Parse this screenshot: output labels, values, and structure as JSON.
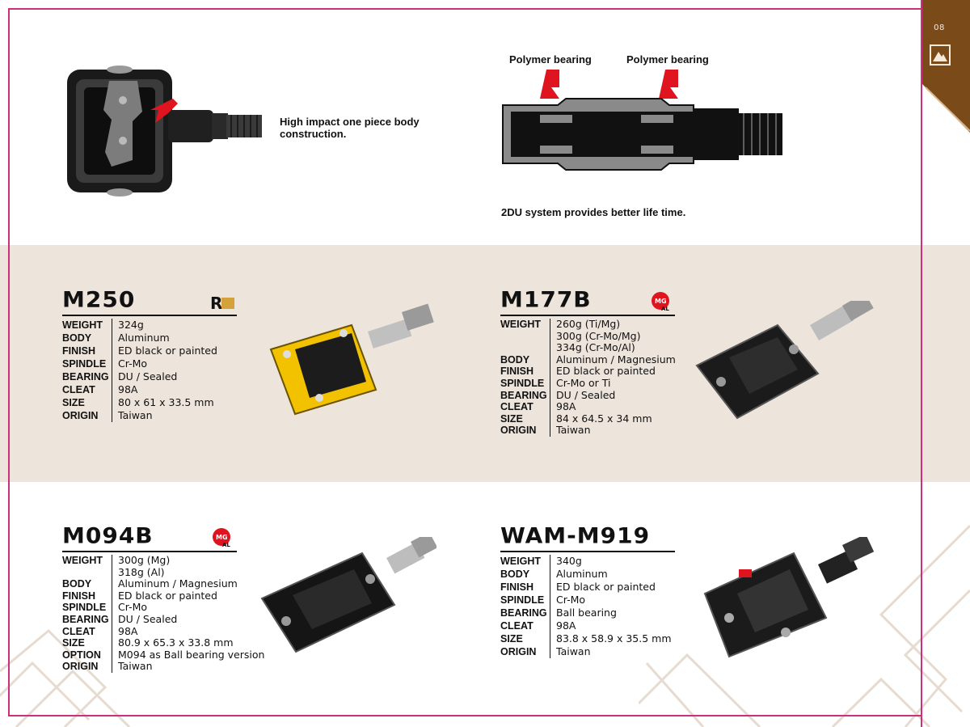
{
  "page": {
    "number": "08",
    "section_icon": "mountain-icon",
    "accent": "#cc2f7d",
    "tab_color": "#7a4a18",
    "band_color": "#ede4dc"
  },
  "top": {
    "body_caption": "High impact one piece body construction.",
    "bearing_label_left": "Polymer bearing",
    "bearing_label_right": "Polymer bearing",
    "system_caption": "2DU system provides better life time."
  },
  "products": [
    {
      "model": "M250",
      "badge": "R",
      "specs": [
        {
          "k": "WEIGHT",
          "v": [
            "324g"
          ]
        },
        {
          "k": "BODY",
          "v": [
            "Aluminum"
          ]
        },
        {
          "k": "FINISH",
          "v": [
            "ED black or painted"
          ]
        },
        {
          "k": "SPINDLE",
          "v": [
            "Cr-Mo"
          ]
        },
        {
          "k": "BEARING",
          "v": [
            "DU / Sealed"
          ]
        },
        {
          "k": "CLEAT",
          "v": [
            "98A"
          ]
        },
        {
          "k": "SIZE",
          "v": [
            "80 x 61 x 33.5 mm"
          ]
        },
        {
          "k": "ORIGIN",
          "v": [
            "Taiwan"
          ]
        }
      ]
    },
    {
      "model": "M177B",
      "badge": "MG",
      "badge_sub": "AL",
      "specs": [
        {
          "k": "WEIGHT",
          "v": [
            "260g (Ti/Mg)",
            "300g (Cr-Mo/Mg)",
            "334g (Cr-Mo/Al)"
          ]
        },
        {
          "k": "BODY",
          "v": [
            "Aluminum / Magnesium"
          ]
        },
        {
          "k": "FINISH",
          "v": [
            "ED black or painted"
          ]
        },
        {
          "k": "SPINDLE",
          "v": [
            "Cr-Mo or Ti"
          ]
        },
        {
          "k": "BEARING",
          "v": [
            "DU / Sealed"
          ]
        },
        {
          "k": "CLEAT",
          "v": [
            "98A"
          ]
        },
        {
          "k": "SIZE",
          "v": [
            "84 x 64.5 x 34 mm"
          ]
        },
        {
          "k": "ORIGIN",
          "v": [
            "Taiwan"
          ]
        }
      ]
    },
    {
      "model": "M094B",
      "badge": "MG",
      "badge_sub": "AL",
      "specs": [
        {
          "k": "WEIGHT",
          "v": [
            "300g (Mg)",
            "318g (Al)"
          ]
        },
        {
          "k": "BODY",
          "v": [
            "Aluminum / Magnesium"
          ]
        },
        {
          "k": "FINISH",
          "v": [
            "ED black or painted"
          ]
        },
        {
          "k": "SPINDLE",
          "v": [
            "Cr-Mo"
          ]
        },
        {
          "k": "BEARING",
          "v": [
            "DU / Sealed"
          ]
        },
        {
          "k": "CLEAT",
          "v": [
            "98A"
          ]
        },
        {
          "k": "SIZE",
          "v": [
            "80.9 x 65.3 x 33.8 mm"
          ]
        },
        {
          "k": "OPTION",
          "v": [
            "M094 as Ball bearing version"
          ]
        },
        {
          "k": "ORIGIN",
          "v": [
            "Taiwan"
          ]
        }
      ]
    },
    {
      "model": "WAM-M919",
      "badge": "",
      "specs": [
        {
          "k": "WEIGHT",
          "v": [
            "340g"
          ]
        },
        {
          "k": "BODY",
          "v": [
            "Aluminum"
          ]
        },
        {
          "k": "FINISH",
          "v": [
            "ED black or painted"
          ]
        },
        {
          "k": "SPINDLE",
          "v": [
            "Cr-Mo"
          ]
        },
        {
          "k": "BEARING",
          "v": [
            "Ball bearing"
          ]
        },
        {
          "k": "CLEAT",
          "v": [
            "98A"
          ]
        },
        {
          "k": "SIZE",
          "v": [
            "83.8 x 58.9 x 35.5 mm"
          ]
        },
        {
          "k": "ORIGIN",
          "v": [
            "Taiwan"
          ]
        }
      ]
    }
  ]
}
